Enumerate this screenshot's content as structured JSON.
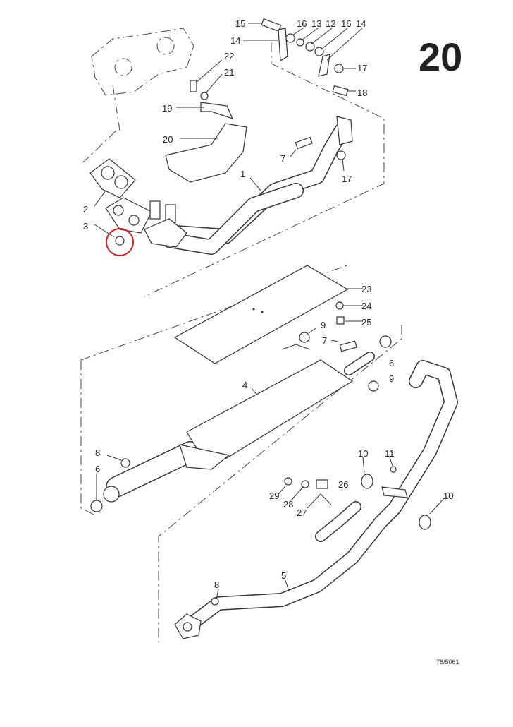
{
  "page_number": "20",
  "reference_code": "78/5061",
  "highlight_color": "#d42020",
  "labels": [
    "15",
    "14",
    "16",
    "13",
    "12",
    "16",
    "14",
    "17",
    "18",
    "22",
    "21",
    "19",
    "20",
    "7",
    "17",
    "1",
    "2",
    "3",
    "23",
    "24",
    "25",
    "9",
    "7",
    "6",
    "9",
    "4",
    "8",
    "6",
    "10",
    "11",
    "26",
    "29",
    "28",
    "27",
    "10",
    "8",
    "5"
  ]
}
